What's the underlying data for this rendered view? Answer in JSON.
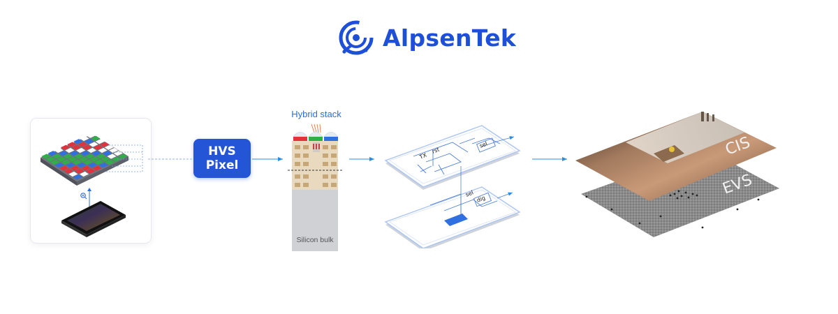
{
  "brand": {
    "name": "AlpsenTek",
    "color": "#1d4fd8"
  },
  "flow": {
    "hvs_pixel_label": "HVS\nPixel",
    "hybrid_stack_label": "Hybrid stack",
    "silicon_bulk_label": "Silicon bulk",
    "accent_color": "#2455d6"
  },
  "circuits": {
    "top": {
      "labels": [
        "TX",
        "rst",
        "sel"
      ]
    },
    "bottom": {
      "labels": [
        "sel",
        "dig"
      ]
    }
  },
  "outputs": {
    "cis_label": "CIS",
    "evs_label": "EVS"
  },
  "icons": [
    "alpsentek-logo-icon",
    "zoom-in-icon",
    "arrow-right-icon"
  ]
}
